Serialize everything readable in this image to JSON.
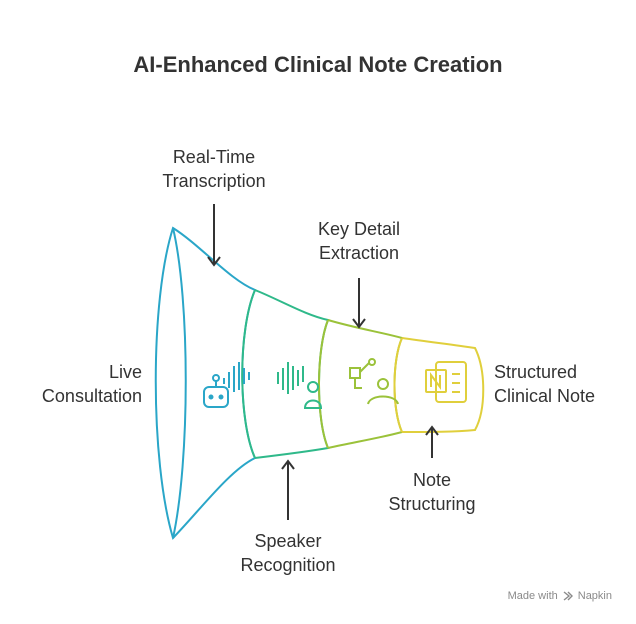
{
  "title": "AI-Enhanced Clinical Note Creation",
  "stages": [
    {
      "id": "live-consultation",
      "lines": [
        "Live",
        "Consultation"
      ],
      "color": "#2aa6c8",
      "icon": "robot-soundwave-icon"
    },
    {
      "id": "real-time-transcription",
      "lines": [
        "Real-Time",
        "Transcription"
      ],
      "color": "#2aa6c8",
      "icon": "robot-soundwave-icon"
    },
    {
      "id": "speaker-recognition",
      "lines": [
        "Speaker",
        "Recognition"
      ],
      "color": "#2fb98a",
      "icon": "person-soundwave-icon"
    },
    {
      "id": "key-detail-extraction",
      "lines": [
        "Key Detail",
        "Extraction"
      ],
      "color": "#9bc23a",
      "icon": "person-nodes-icon"
    },
    {
      "id": "note-structuring",
      "lines": [
        "Note",
        "Structuring"
      ],
      "color": "#e0cf3c",
      "icon": "notebook-icon"
    },
    {
      "id": "structured-clinical-note",
      "lines": [
        "Structured",
        "Clinical Note"
      ],
      "color": "#e0cf3c",
      "icon": "notebook-icon"
    }
  ],
  "footer": {
    "made_with": "Made with",
    "brand": "Napkin"
  }
}
